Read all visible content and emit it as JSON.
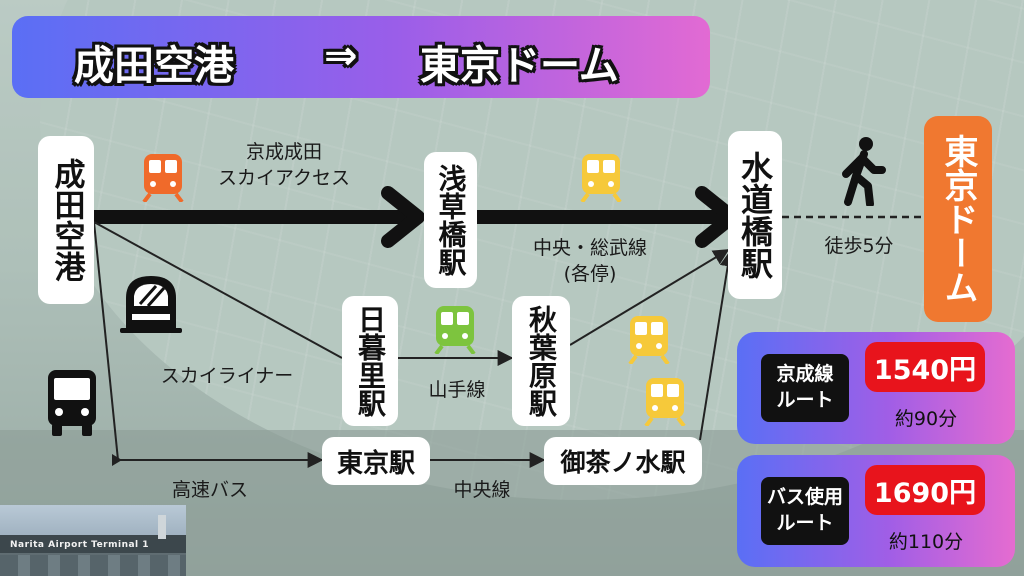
{
  "title": {
    "from": "成田空港",
    "arrow": "⇒",
    "to": "東京ドーム"
  },
  "stations": {
    "narita": "成田空港",
    "asakusa": "浅草橋駅",
    "suidobashi": "水道橋駅",
    "nippori": "日暮里駅",
    "akihabara": "秋葉原駅",
    "tokyo": "東京駅",
    "ochanomizu": "御茶ノ水駅"
  },
  "destination": "東京ドーム",
  "lines": {
    "skyaccess_1": "京成成田",
    "skyaccess_2": "スカイアクセス",
    "chuo_sobu_1": "中央・総武線",
    "chuo_sobu_2": "(各停)",
    "yamanote": "山手線",
    "skyliner": "スカイライナー",
    "highway_bus": "高速バス",
    "chuo": "中央線",
    "walk": "徒歩5分"
  },
  "routes": [
    {
      "name_1": "京成線",
      "name_2": "ルート",
      "price": "1540円",
      "time": "約90分"
    },
    {
      "name_1": "バス使用",
      "name_2": "ルート",
      "price": "1690円",
      "time": "約110分"
    }
  ],
  "photo_sign": "Narita Airport Terminal 1",
  "colors": {
    "title_start": "#5a6ff5",
    "title_end": "#e26ad3",
    "dest": "#f07830",
    "price": "#e8141c",
    "train_orange": "#f06a2a",
    "train_yellow": "#f6c93a",
    "train_green": "#7dc43e"
  },
  "icons": [
    "train-icon-orange",
    "train-icon-yellow",
    "train-icon-green",
    "skyliner-icon",
    "bus-icon",
    "walking-person-icon"
  ]
}
